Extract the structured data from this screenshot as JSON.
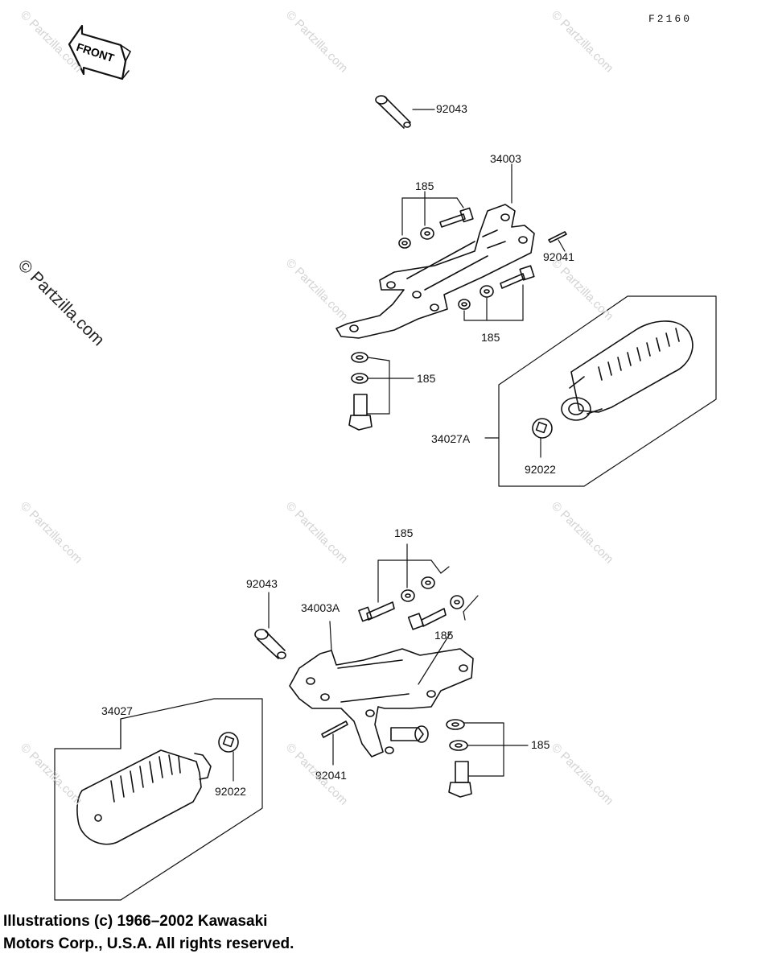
{
  "figure_code": "F2160",
  "front_label": "FRONT",
  "watermark": "© Partzilla.com",
  "part_labels": {
    "p92043_top": "92043",
    "p34003": "34003",
    "p185_a": "185",
    "p92041_top": "92041",
    "p185_b": "185",
    "p185_c": "185",
    "p34027A": "34027A",
    "p92022_right": "92022",
    "p185_d": "185",
    "p92043_bottom": "92043",
    "p34003A": "34003A",
    "p185_e": "185",
    "p34027": "34027",
    "p92022_left": "92022",
    "p92041_bottom": "92041",
    "p185_f": "185"
  },
  "copyright_lines": [
    "Illustrations (c) 1966–2002 Kawasaki",
    "Motors Corp., U.S.A.  All rights reserved."
  ]
}
